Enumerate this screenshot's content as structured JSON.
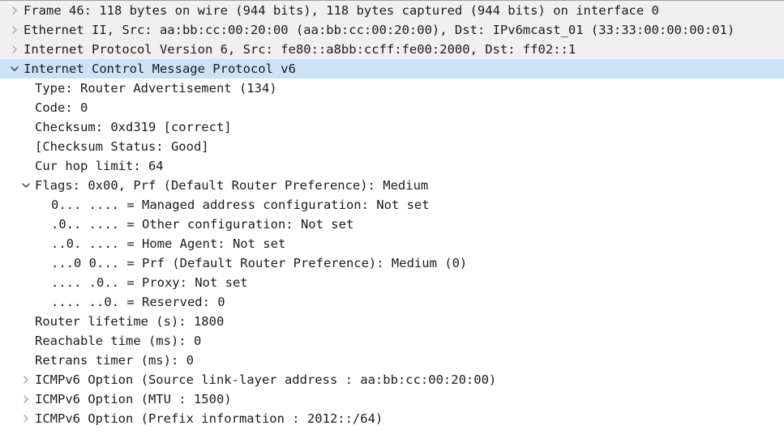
{
  "pane": {
    "name": "packet-details",
    "background_grey": "#f0f0f0",
    "background_white": "#ffffff",
    "selection_color": "#cbe2f7",
    "text_color": "#1b1b1b",
    "twisty_collapsed_color": "#a6a6a6",
    "twisty_expanded_color": "#3a3a3a"
  },
  "rows": [
    {
      "id": "frame",
      "text": "Frame 46: 118 bytes on wire (944 bits), 118 bytes captured (944 bits) on interface 0",
      "level": 0,
      "twisty": "chevron-right-icon",
      "background": "grey",
      "selected": false
    },
    {
      "id": "ethernet",
      "text": "Ethernet II, Src: aa:bb:cc:00:20:00 (aa:bb:cc:00:20:00), Dst: IPv6mcast_01 (33:33:00:00:00:01)",
      "level": 0,
      "twisty": "chevron-right-icon",
      "background": "grey",
      "selected": false
    },
    {
      "id": "ipv6",
      "text": "Internet Protocol Version 6, Src: fe80::a8bb:ccff:fe00:2000, Dst: ff02::1",
      "level": 0,
      "twisty": "chevron-right-icon",
      "background": "grey",
      "selected": false
    },
    {
      "id": "icmpv6",
      "text": "Internet Control Message Protocol v6",
      "level": 0,
      "twisty": "chevron-down-icon",
      "background": "selected",
      "selected": true
    },
    {
      "id": "type",
      "text": "Type: Router Advertisement (134)",
      "level": 1,
      "twisty": "none",
      "background": "white",
      "selected": false
    },
    {
      "id": "code",
      "text": "Code: 0",
      "level": 1,
      "twisty": "none",
      "background": "white",
      "selected": false
    },
    {
      "id": "checksum",
      "text": "Checksum: 0xd319 [correct]",
      "level": 1,
      "twisty": "none",
      "background": "white",
      "selected": false
    },
    {
      "id": "checksum-status",
      "text": "[Checksum Status: Good]",
      "level": 1,
      "twisty": "none",
      "background": "white",
      "selected": false
    },
    {
      "id": "cur-hop-limit",
      "text": "Cur hop limit: 64",
      "level": 1,
      "twisty": "none",
      "background": "white",
      "selected": false
    },
    {
      "id": "flags",
      "text": "Flags: 0x00, Prf (Default Router Preference): Medium",
      "level": 1,
      "twisty": "chevron-down-icon",
      "background": "white",
      "selected": false
    },
    {
      "id": "flag-managed-address-config",
      "text": "0... .... = Managed address configuration: Not set",
      "level": 2,
      "twisty": "none",
      "background": "white",
      "selected": false
    },
    {
      "id": "flag-other-config",
      "text": ".0.. .... = Other configuration: Not set",
      "level": 2,
      "twisty": "none",
      "background": "white",
      "selected": false
    },
    {
      "id": "flag-home-agent",
      "text": "..0. .... = Home Agent: Not set",
      "level": 2,
      "twisty": "none",
      "background": "white",
      "selected": false
    },
    {
      "id": "flag-prf",
      "text": "...0 0... = Prf (Default Router Preference): Medium (0)",
      "level": 2,
      "twisty": "none",
      "background": "white",
      "selected": false
    },
    {
      "id": "flag-proxy",
      "text": ".... .0.. = Proxy: Not set",
      "level": 2,
      "twisty": "none",
      "background": "white",
      "selected": false
    },
    {
      "id": "flag-reserved",
      "text": ".... ..0. = Reserved: 0",
      "level": 2,
      "twisty": "none",
      "background": "white",
      "selected": false
    },
    {
      "id": "router-lifetime",
      "text": "Router lifetime (s): 1800",
      "level": 1,
      "twisty": "none",
      "background": "white",
      "selected": false
    },
    {
      "id": "reachable-time",
      "text": "Reachable time (ms): 0",
      "level": 1,
      "twisty": "none",
      "background": "white",
      "selected": false
    },
    {
      "id": "retrans-timer",
      "text": "Retrans timer (ms): 0",
      "level": 1,
      "twisty": "none",
      "background": "white",
      "selected": false
    },
    {
      "id": "option-source-link-layer-address",
      "text": "ICMPv6 Option (Source link-layer address : aa:bb:cc:00:20:00)",
      "level": 1,
      "twisty": "chevron-right-icon",
      "background": "white",
      "selected": false
    },
    {
      "id": "option-mtu",
      "text": "ICMPv6 Option (MTU : 1500)",
      "level": 1,
      "twisty": "chevron-right-icon",
      "background": "white",
      "selected": false
    },
    {
      "id": "option-prefix-information",
      "text": "ICMPv6 Option (Prefix information : 2012::/64)",
      "level": 1,
      "twisty": "chevron-right-icon",
      "background": "white",
      "selected": false
    }
  ]
}
